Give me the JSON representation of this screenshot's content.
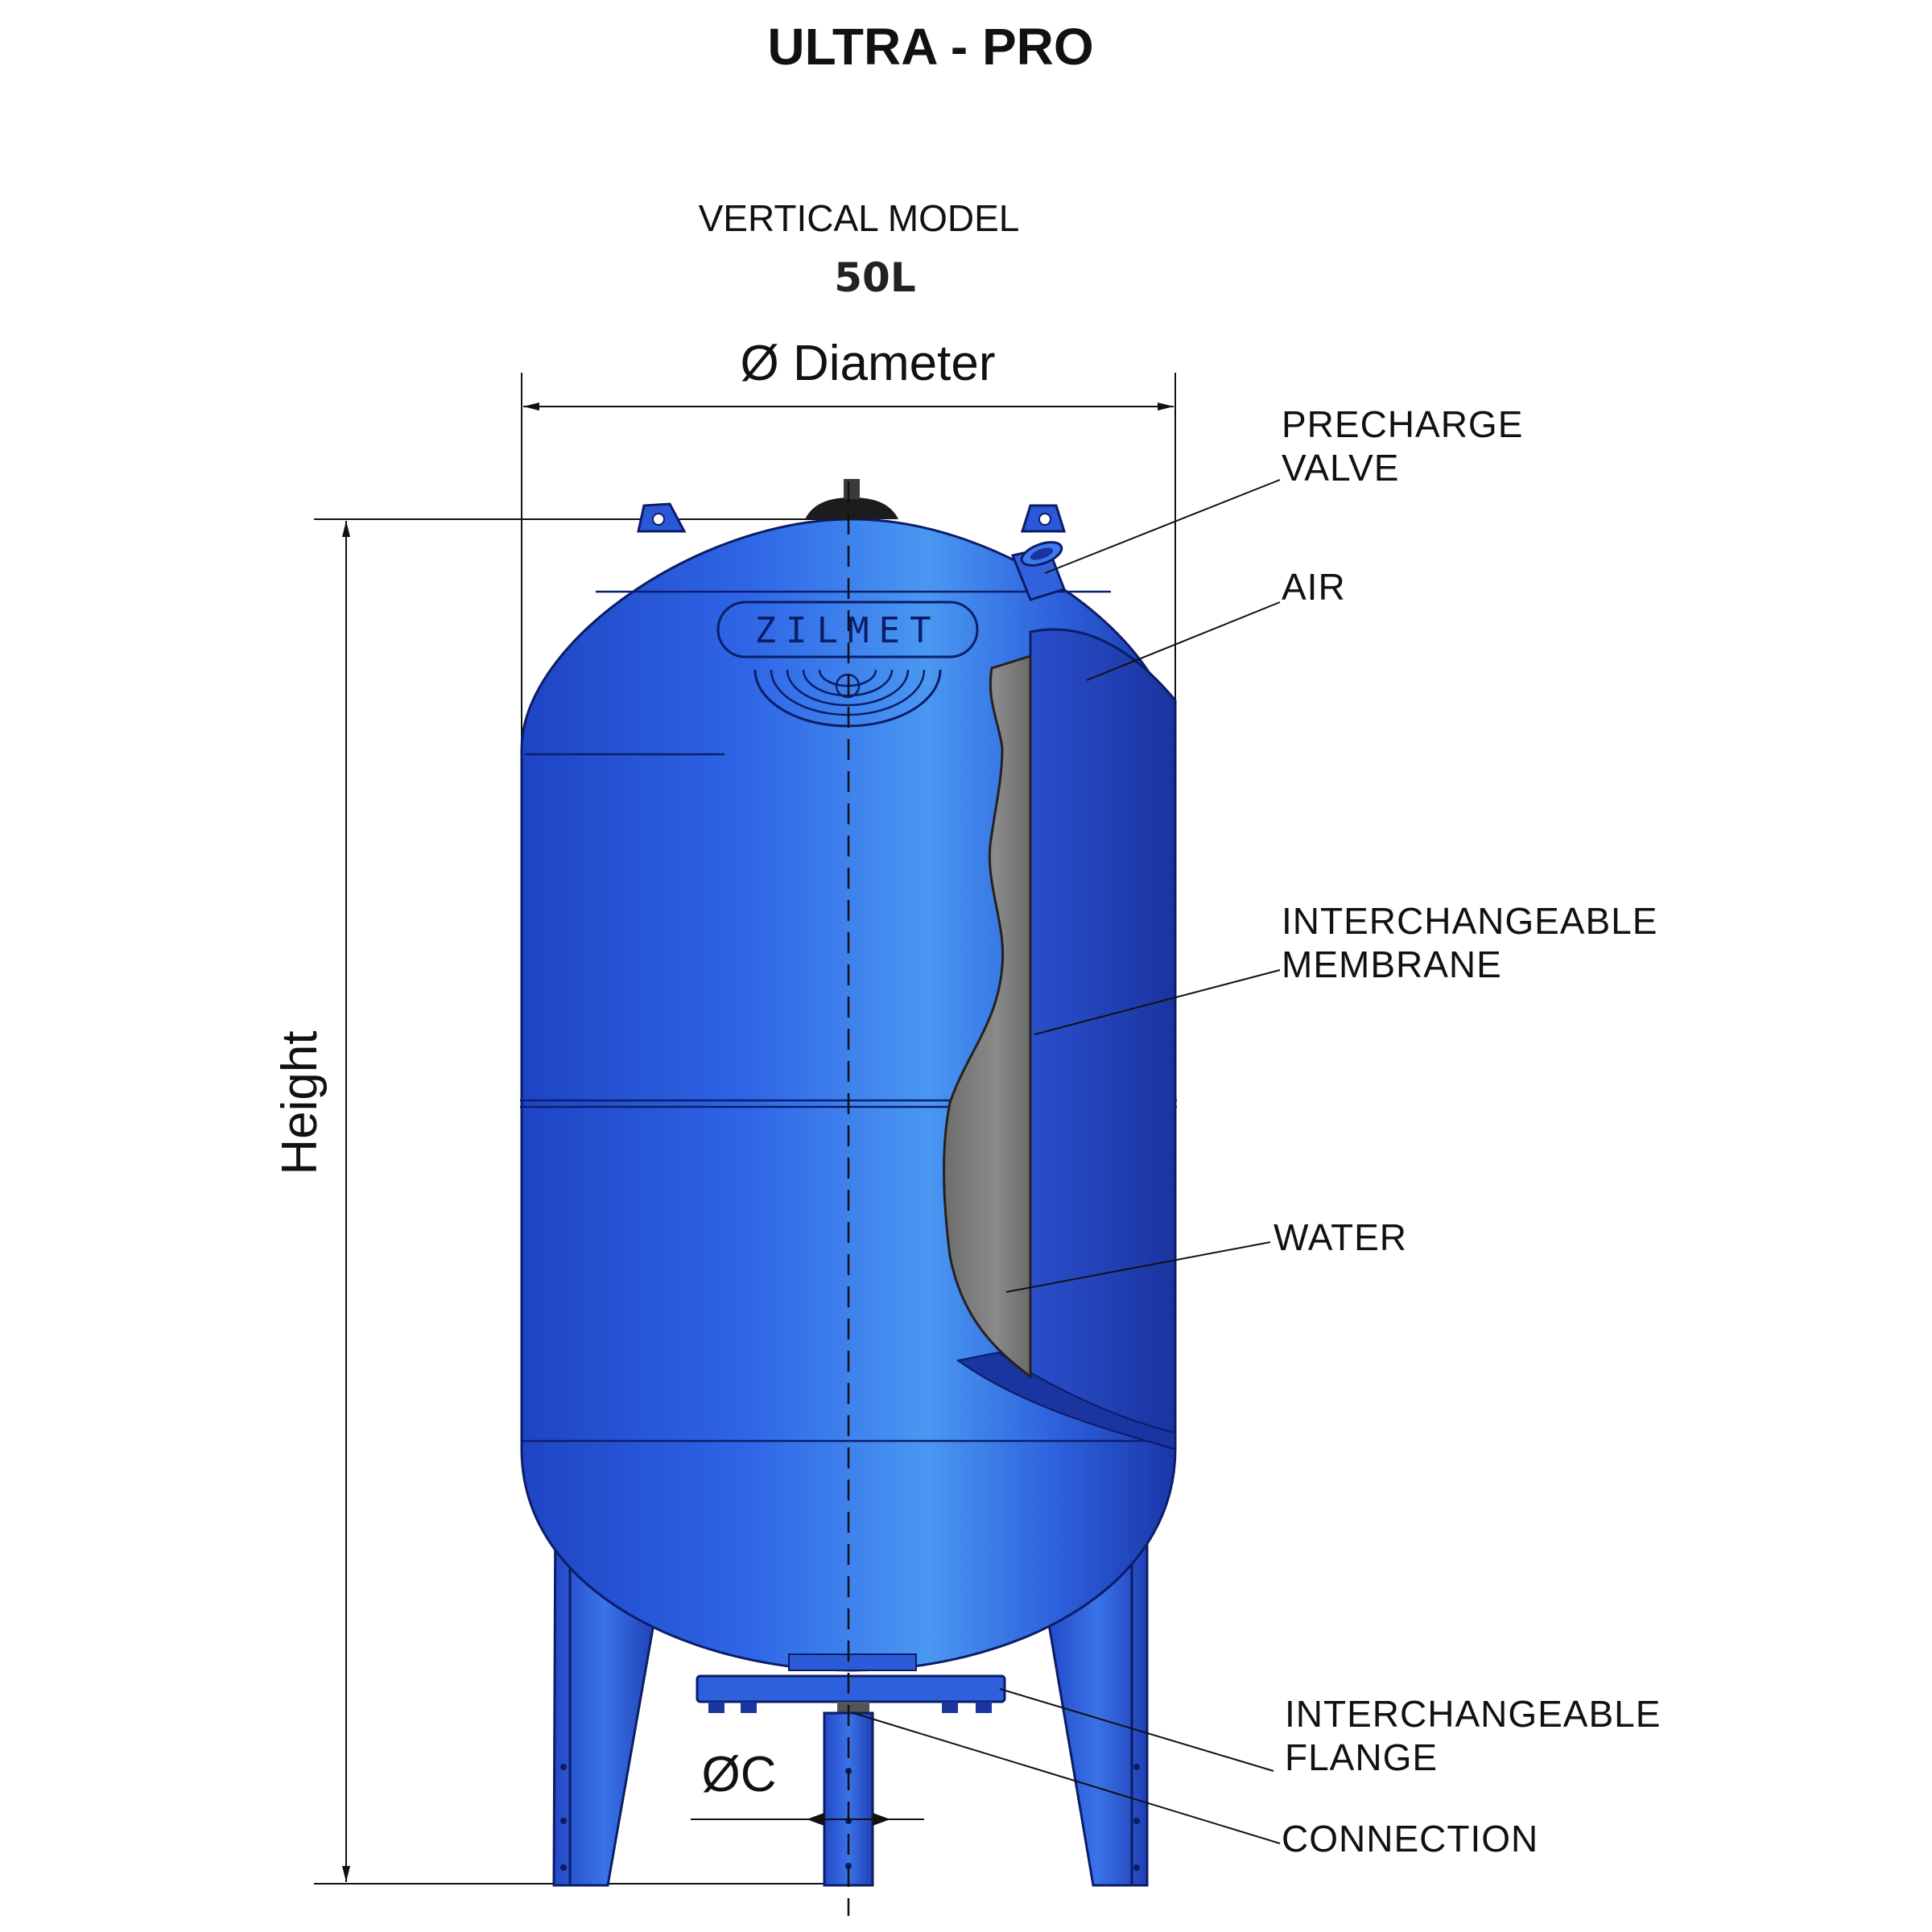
{
  "header": {
    "title": "ULTRA - PRO",
    "model": "VERTICAL MODEL",
    "capacity": "50L"
  },
  "dimensions": {
    "diameter": "Ø Diameter",
    "height": "Height",
    "connection_diameter": "ØC"
  },
  "brand": {
    "logo_text": "ZILMET"
  },
  "callouts": {
    "precharge_valve": [
      "PRECHARGE",
      "VALVE"
    ],
    "air": "AIR",
    "membrane": [
      "INTERCHANGEABLE",
      "MEMBRANE"
    ],
    "water": "WATER",
    "flange": [
      "INTERCHANGEABLE",
      "FLANGE"
    ],
    "connection": "CONNECTION"
  },
  "colors": {
    "tank_blue": "#2d63e0",
    "tank_highlight": "#4a9cf0",
    "tank_shadow": "#1b3cb0",
    "membrane_gray": "#7b7b7b",
    "line": "#111111"
  }
}
